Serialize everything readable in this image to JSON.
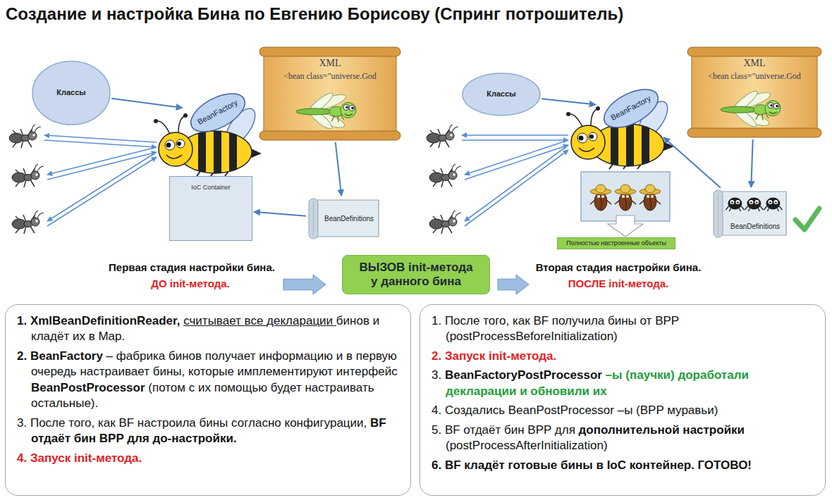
{
  "diagram": {
    "title": "Создание и настройка Бина по Евгению Борисову (Спринг потрошитель)",
    "nodes": [
      {
        "text": [
          "Классы"
        ]
      },
      {
        "text": [
          "BeanFactory"
        ]
      },
      {
        "text": [
          "IoC Container"
        ]
      },
      {
        "text": [
          "XML",
          "<bean class=\"universe.God"
        ]
      },
      {
        "text": [
          "BeanDefinitions"
        ]
      },
      {
        "text": [
          "Классы"
        ]
      },
      {
        "text": [
          "BeanFactory"
        ]
      },
      {
        "text": [
          "Полностью настроенные объекты"
        ]
      },
      {
        "text": [
          "XML",
          "<bean class=\"universe.God"
        ]
      },
      {
        "text": [
          "BeanDefinitions"
        ]
      },
      {
        "text": [
          "ВЫЗОВ init-метода у данного бина"
        ]
      },
      {
        "text": [
          "1. XmlBeanDefinitionReader, считывает все декларации бинов и кладёт их в Map.",
          "2. BeanFactory – фабрика бинов получает информацию и в первую очередь настраивает бины, которые имплементируют интерфейс BeanPostProcessor (потом с их помощью будет настраивать остальные).",
          "3. После того, как BF настроила бины согласно конфигурации, BF отдаёт бин BPP для до-настройки.",
          "4. Запуск init-метода."
        ]
      },
      {
        "text": [
          "1. После того, как BF получила бины от BPP (postProcessBeforeInitialization)",
          "2. Запуск init-метода.",
          "3. BeanFactoryPostProcessor –ы (паучки) доработали декларации и обновили их",
          "4. Создались BeanPostProcessor –ы (BPP муравьи)",
          "5. BF отдаёт бин BPP для дополнительной настройки (postProcessAfterInitialization)",
          "6. BF кладёт готовые бины в IoC контейнер. ГОТОВО!"
        ]
      }
    ],
    "edges": [
      {
        "from": 0,
        "to": 1,
        "arrow": "to"
      },
      {
        "from": 3,
        "to": 4,
        "arrow": "to"
      },
      {
        "from": 4,
        "to": 2,
        "arrow": "to"
      },
      {
        "from": 5,
        "to": 6,
        "arrow": "to"
      },
      {
        "from": 8,
        "to": 9,
        "arrow": "to"
      },
      {
        "from": 9,
        "to": 6,
        "arrow": "to"
      }
    ],
    "labels": [
      "Первая стадия настройки бина.",
      "ДО init-метода.",
      "Вторая стадия настройки бина.",
      "ПОСЛЕ init-метода."
    ]
  }
}
